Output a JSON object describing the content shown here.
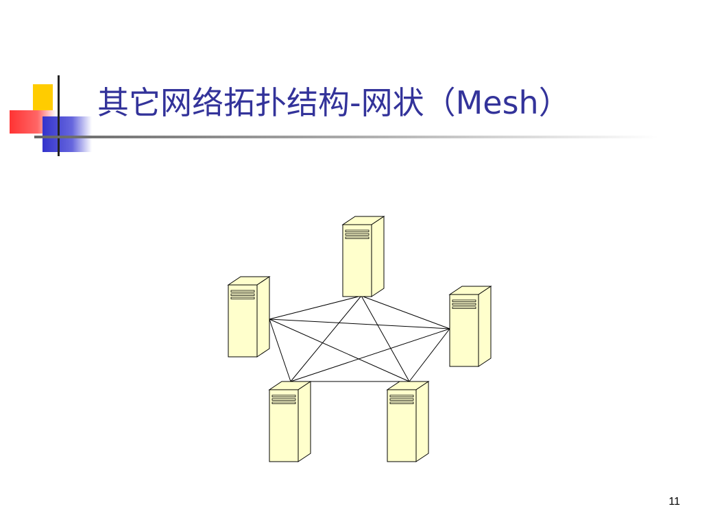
{
  "slide": {
    "title": "其它网络拓扑结构-网状（Mesh）",
    "page_number": "11"
  },
  "diagram": {
    "type": "mesh-topology",
    "nodes": [
      {
        "id": "server-top",
        "icon": "server-tower-icon"
      },
      {
        "id": "server-left",
        "icon": "server-tower-icon"
      },
      {
        "id": "server-right",
        "icon": "server-tower-icon"
      },
      {
        "id": "server-bottom-left",
        "icon": "server-tower-icon"
      },
      {
        "id": "server-bottom-right",
        "icon": "server-tower-icon"
      }
    ],
    "edges": [
      [
        "server-top",
        "server-left"
      ],
      [
        "server-top",
        "server-right"
      ],
      [
        "server-top",
        "server-bottom-left"
      ],
      [
        "server-top",
        "server-bottom-right"
      ],
      [
        "server-left",
        "server-right"
      ],
      [
        "server-left",
        "server-bottom-left"
      ],
      [
        "server-left",
        "server-bottom-right"
      ],
      [
        "server-right",
        "server-bottom-left"
      ],
      [
        "server-right",
        "server-bottom-right"
      ],
      [
        "server-bottom-left",
        "server-bottom-right"
      ]
    ]
  },
  "colors": {
    "title": "#33339a",
    "server_fill": "#ffffcc",
    "accent_yellow": "#ffcc00",
    "accent_red": "#ff3333",
    "accent_blue": "#3333cc",
    "line": "#000000"
  }
}
